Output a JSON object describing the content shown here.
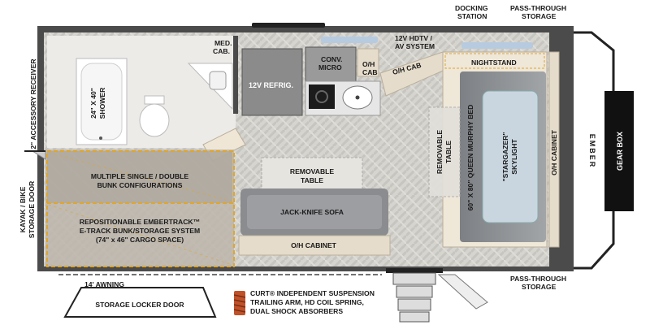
{
  "brand": "EMBER",
  "labels": {
    "docking_station": [
      "DOCKING",
      "STATION"
    ],
    "pass_through_top": [
      "PASS-THROUGH",
      "STORAGE"
    ],
    "pass_through_bottom": [
      "PASS-THROUGH",
      "STORAGE"
    ],
    "med_cab": [
      "MED.",
      "CAB."
    ],
    "hdtv": [
      "12V HDTV /",
      "AV SYSTEM"
    ],
    "conv_micro": [
      "CONV.",
      "MICRO"
    ],
    "oh_cab_a": [
      "O/H",
      "CAB"
    ],
    "oh_cab_b": "O/H CAB",
    "nightstand": "NIGHTSTAND",
    "refrig": "12V REFRIG.",
    "shower": [
      "24\" X 40\"",
      "SHOWER"
    ],
    "accessory_receiver": "2\" ACCESSORY RECEIVER",
    "kayak_door": [
      "KAYAK / BIKE",
      "STORAGE DOOR"
    ],
    "bunk_configs": [
      "MULTIPLE SINGLE / DOUBLE",
      "BUNK CONFIGURATIONS"
    ],
    "embertrack": [
      "REPOSITIONABLE EMBERTRACK™",
      "E-TRACK BUNK/STORAGE SYSTEM",
      "(74\" x 46\" CARGO SPACE)"
    ],
    "removable_table_center": [
      "REMOVABLE",
      "TABLE"
    ],
    "removable_table_side": [
      "REMOVABLE",
      "TABLE"
    ],
    "sofa": "JACK-KNIFE SOFA",
    "oh_cabinet_bottom": "O/H CABINET",
    "murphy_bed": "60\" X 80\" QUEEN MURPHY BED",
    "skylight": [
      "\"STARGAZER\"",
      "SKYLIGHT"
    ],
    "oh_cabinet_side": "O/H CABINET",
    "gear_box": "GEAR BOX",
    "awning": "14' AWNING",
    "storage_locker": "STORAGE LOCKER DOOR",
    "suspension": [
      "CURT® INDEPENDENT SUSPENSION",
      "TRAILING ARM, HD COIL SPRING,",
      "DUAL SHOCK ABSORBERS"
    ]
  },
  "colors": {
    "wall": "#4b4b4b",
    "floor": "#d8d6d1",
    "cabinet": "#e6dccb",
    "fixture": "#ffffff",
    "dashed": "#e0a62a",
    "cargo_fill": "#b8b1a8",
    "sofa": "#8a8c8f",
    "bed": "#8d8f92",
    "skylight": "#c9d6e0",
    "window": "#b7cbe0",
    "spring": "#c0522a"
  }
}
